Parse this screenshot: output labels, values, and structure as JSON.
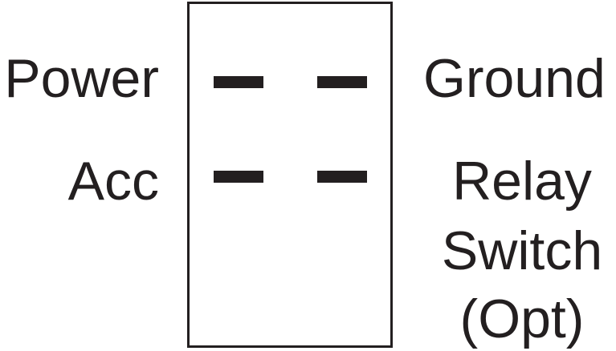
{
  "diagram": {
    "type": "connector-pinout",
    "colors": {
      "stroke": "#231f20",
      "background": "#ffffff"
    },
    "pins": [
      {
        "id": "power",
        "label": "Power",
        "row": 1,
        "side": "left"
      },
      {
        "id": "ground",
        "label": "Ground",
        "row": 1,
        "side": "right"
      },
      {
        "id": "acc",
        "label": "Acc",
        "row": 2,
        "side": "left"
      },
      {
        "id": "relay",
        "label": "Relay Switch (Opt)",
        "row": 2,
        "side": "right"
      }
    ],
    "labels": {
      "power": "Power",
      "ground": "Ground",
      "acc": "Acc",
      "relay_line1": "Relay",
      "relay_line2": "Switch",
      "relay_line3": "(Opt)"
    }
  }
}
